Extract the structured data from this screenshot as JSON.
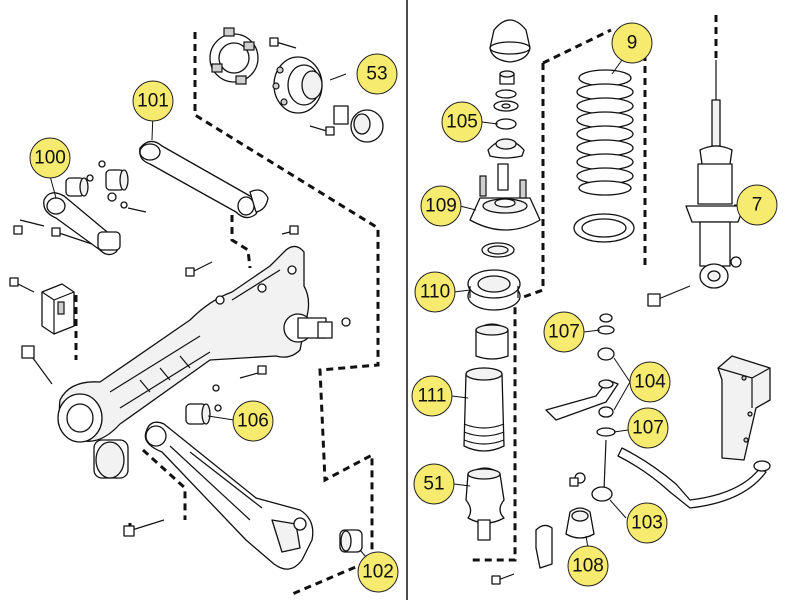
{
  "colors": {
    "callout_fill": "#f6eb6e",
    "line": "#111111",
    "background": "#ffffff"
  },
  "panels": {
    "left": {
      "callouts": [
        {
          "id": "53",
          "label": "53"
        },
        {
          "id": "101",
          "label": "101"
        },
        {
          "id": "100",
          "label": "100"
        },
        {
          "id": "106",
          "label": "106"
        },
        {
          "id": "102",
          "label": "102"
        }
      ]
    },
    "right": {
      "callouts": [
        {
          "id": "9",
          "label": "9"
        },
        {
          "id": "105",
          "label": "105"
        },
        {
          "id": "109",
          "label": "109"
        },
        {
          "id": "7",
          "label": "7"
        },
        {
          "id": "110",
          "label": "110"
        },
        {
          "id": "107a",
          "label": "107"
        },
        {
          "id": "104",
          "label": "104"
        },
        {
          "id": "111",
          "label": "111"
        },
        {
          "id": "107b",
          "label": "107"
        },
        {
          "id": "51",
          "label": "51"
        },
        {
          "id": "103",
          "label": "103"
        },
        {
          "id": "108",
          "label": "108"
        }
      ]
    }
  }
}
